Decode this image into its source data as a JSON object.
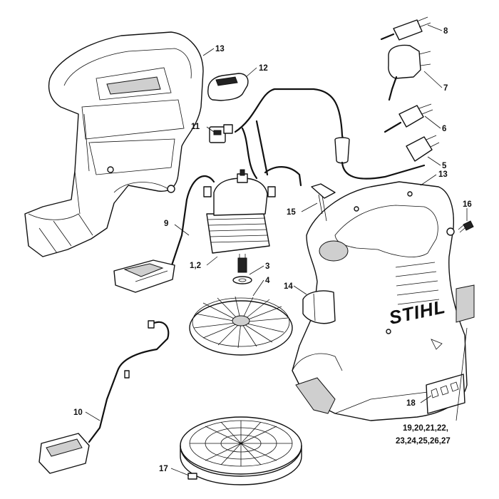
{
  "diagram": {
    "brand_text": "STIHL",
    "callouts": {
      "c13a": "13",
      "c12": "12",
      "c11": "11",
      "c8": "8",
      "c7": "7",
      "c6": "6",
      "c5": "5",
      "c13b": "13",
      "c16": "16",
      "c15": "15",
      "c9": "9",
      "c12b": "1,2",
      "c3": "3",
      "c4": "4",
      "c14": "14",
      "c10": "10",
      "c17": "17",
      "c18": "18",
      "c19": "19,20,21,22,",
      "c23": "23,24,25,26,27"
    }
  }
}
